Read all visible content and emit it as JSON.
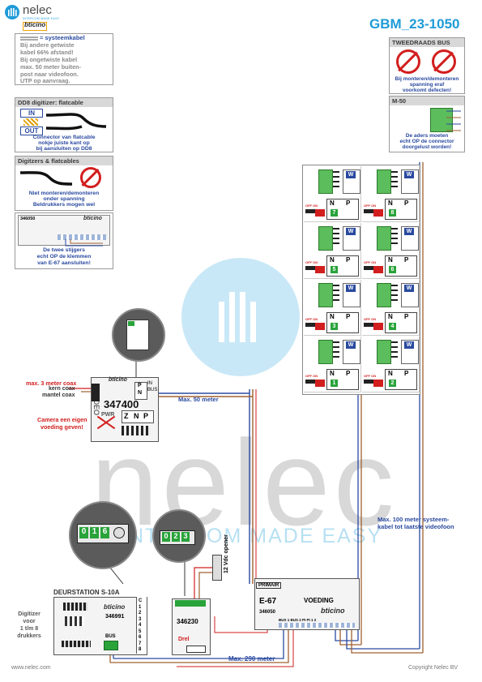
{
  "header": {
    "brand": "nelec",
    "brand_tag": "INTERCOM MADE EASY",
    "sub_brand": "bticino",
    "doc_code": "GBM_23-1050"
  },
  "notes": {
    "systeemkabel": {
      "title": "= systeemkabel",
      "lines": [
        "Bij andere getwiste",
        "kabel 66% afstand!",
        "Bij ongetwiste kabel",
        "max. 50 meter buiten-",
        "post naar videofoon.",
        "UTP op aanvraag."
      ]
    },
    "dd8": {
      "header": "DD8 digitizer: flatcable",
      "in": "IN",
      "out": "OUT",
      "lines": [
        "Connector van flatcable",
        "nokje juiste kant op",
        "bij aansluiten op DD8"
      ]
    },
    "digitizers": {
      "header": "Digitzers & flatcables",
      "lines": [
        "Niet monteren/demonteren",
        "onder spanning",
        "Beldrukkers mogen wel"
      ]
    },
    "e67_note": {
      "device": "346050",
      "brand": "bticino",
      "lines": [
        "De twee stijgers",
        "echt OP de klemmen",
        "van E-67 aansluiten!"
      ]
    },
    "tweedraads": {
      "header": "TWEEDRAADS BUS",
      "lines": [
        "Bij monteren/demonteren",
        "spanning eraf",
        "voorkomt defecten!"
      ]
    },
    "m50": {
      "header": "M-50",
      "lines": [
        "De aders moeten",
        "echt OP de connector",
        "doorgelust worden!"
      ]
    }
  },
  "phones": {
    "off_on": "OFF ON",
    "n_label": "N",
    "p_label": "P",
    "w_label": "W",
    "numbers": [
      "7",
      "8",
      "5",
      "6",
      "3",
      "4",
      "1",
      "2"
    ]
  },
  "interface": {
    "part": "347400",
    "brand": "bticino",
    "video": "VIDEO",
    "in_label": "IN",
    "bus_label": "BUS",
    "pwr": "PWR",
    "terminal_top": [
      "P",
      "N"
    ],
    "terminal_bot": [
      "Z",
      "N",
      "P"
    ],
    "coax_max": "max. 3 meter coax",
    "kern": "kern coax",
    "mantel": "mantel coax",
    "camera_note": [
      "Camera een eigen",
      "voeding geven!"
    ],
    "max50": "Max. 50 meter"
  },
  "zoom_left": {
    "digits": [
      "0",
      "1",
      "6"
    ]
  },
  "zoom_mid": {
    "digits": [
      "0",
      "2",
      "3"
    ]
  },
  "door": {
    "title": "DEURSTATION S-10A",
    "brand": "bticino",
    "part": "346991",
    "digitizer_note": [
      "Digitizer",
      "voor",
      "1 t/m 8",
      "drukkers"
    ],
    "terminals": [
      "C",
      "1",
      "2",
      "3",
      "4",
      "5",
      "6",
      "7",
      "8"
    ],
    "bus": "BUS"
  },
  "relay": {
    "part": "346230",
    "label": "Drel"
  },
  "opener": "12 Vdc opener",
  "psu": {
    "primair": "PRIMAIR",
    "name": "E-67",
    "voeding": "VOEDING",
    "part": "346050",
    "brand": "bticino",
    "terminals": "BUS 1 BUS 2 PI PI 1 2"
  },
  "cable": {
    "max290": "Max. 290 meter",
    "max100": [
      "Max. 100 meter systeem-",
      "kabel tot laatste videofoon"
    ]
  },
  "watermark": {
    "word": "nelec",
    "tag": "INTERCOM MADE EASY"
  },
  "footer": {
    "url": "www.nelec.com",
    "copyright": "Copyright Nelec BV"
  },
  "colors": {
    "blue": "#2a4aa0",
    "red": "#d21e1e",
    "accent_title": "#1e9bd7",
    "green": "#29a33a"
  }
}
